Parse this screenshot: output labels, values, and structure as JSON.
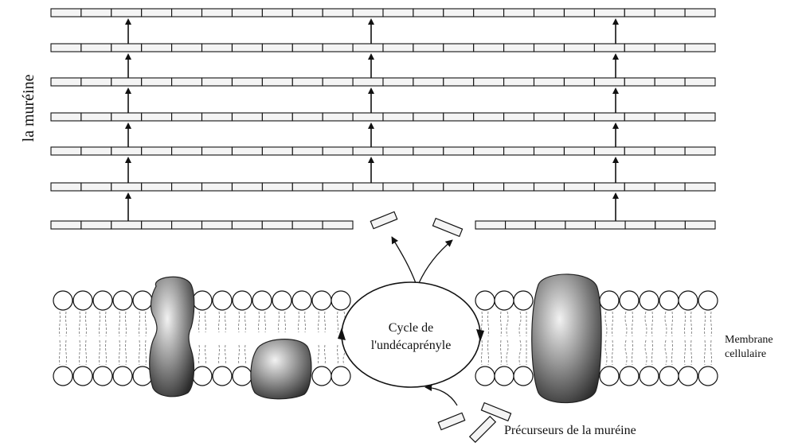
{
  "labels": {
    "wall": "la muréine",
    "cycle_line1": "Cycle de",
    "cycle_line2": "l'undécaprényle",
    "membrane_line1": "Membrane",
    "membrane_line2": "cellulaire",
    "precursors": "Précurseurs de la muréine"
  },
  "colors": {
    "ink": "#111111",
    "segment_fill": "#f4f4f4",
    "protein_dark": "#3a3a3a",
    "protein_light": "#d9d9d9",
    "tail": "#8a8a8a"
  }
}
